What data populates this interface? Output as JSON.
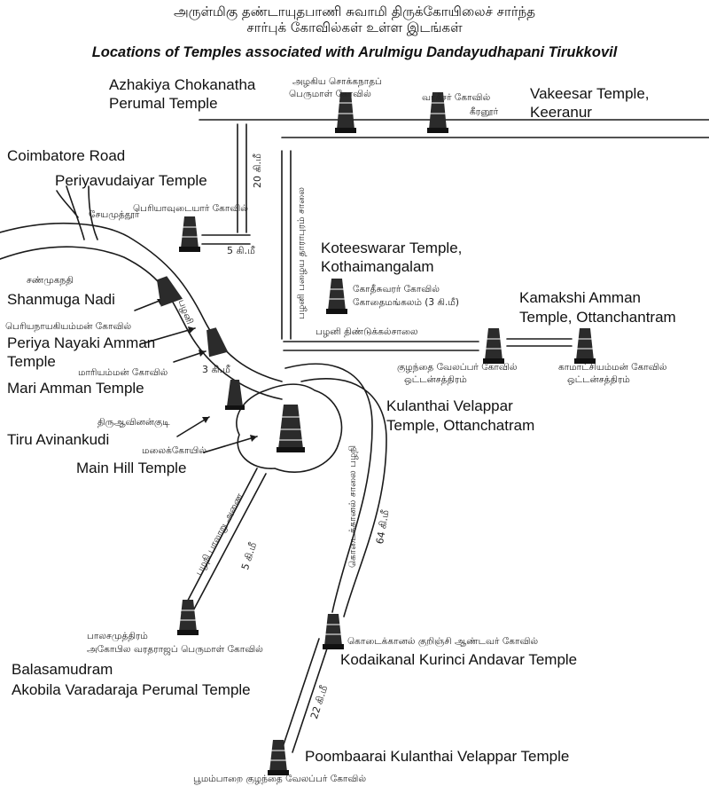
{
  "title": {
    "tamil_line1": "அருள்மிகு தண்டாயுதபாணி சுவாமி திருக்கோயிலைச் சார்ந்த",
    "tamil_line2": "சார்புக் கோவில்கள் உள்ள இடங்கள்",
    "english": "Locations of Temples associated with Arulmigu Dandayudhapani Tirukkovil"
  },
  "labels": {
    "azhakiya_1": "Azhakiya Chokanatha",
    "azhakiya_2": "Perumal Temple",
    "vakeesar_1": "Vakeesar Temple,",
    "vakeesar_2": "Keeranur",
    "coimbatore": "Coimbatore Road",
    "periyavudaiyar": "Periyavudaiyar Temple",
    "koteeswarar_1": "Koteeswarar Temple,",
    "koteeswarar_2": "Kothaimangalam",
    "kamakshi_1": "Kamakshi Amman",
    "kamakshi_2": "Temple, Ottanchantram",
    "shanmuga": "Shanmuga Nadi",
    "periya_nayaki_1": "Periya Nayaki Amman",
    "periya_nayaki_2": "Temple",
    "mari_amman": "Mari Amman Temple",
    "kulanthai_1": "Kulanthai Velappar",
    "kulanthai_2": "Temple, Ottanchatram",
    "tiru_avinankudi": "Tiru Avinankudi",
    "main_hill": "Main Hill Temple",
    "balasamudram_1": "Balasamudram",
    "balasamudram_2": "Akobila Varadaraja Perumal Temple",
    "kodaikanal": "Kodaikanal Kurinci Andavar Temple",
    "poombaarai": "Poombaarai Kulanthai Velappar Temple"
  },
  "tamil_labels": {
    "azhakiya_1": "அழகிய சொக்கநாதப்",
    "azhakiya_2": "பெருமாள் கோவில்",
    "vakeesar_1": "வாகீசர் கோவில்",
    "vakeesar_2": "கீரனூர்",
    "periyavudaiyar": "பெரியாவுடையார் கோவில்",
    "koteeswarar_1": "கோதீசுவரர் கோவில்",
    "koteeswarar_2": "கோதைமங்கலம் (3 கி.மீ)",
    "kamakshi_1": "காமாட்சியம்மன் கோவில்",
    "kamakshi_2": "ஒட்டன்சத்திரம்",
    "periya_nayaki": "பெரியநாயகியம்மன் கோவில்",
    "mari_amman": "மாரியம்மன் கோவில்",
    "kulanthai_1": "குழந்தை வேலப்பர் கோவில்",
    "kulanthai_2": "ஒட்டன்சத்திரம்",
    "tiru_avinankudi": "திருஆவினன்குடி",
    "main_hill": "மலைக்கோயில்",
    "balasamudram_1": "பாலசமுத்திரம்",
    "balasamudram_2": "அகோபில வரதராஜப் பெருமாள் கோவில்",
    "kodaikanal": "கொடைக்கானல் குறிஞ்சி ஆண்டவர் கோவில்",
    "poombaarai": "பூமம்பாறை குழந்தை வேலப்பர் கோவில்",
    "river": "சண்முகநதி",
    "seyamuthur": "சேயமுத்தூர்",
    "palani": "பழனி"
  },
  "roads": {
    "dharapuram": "பழனி பழைய தாராபுரம் சாலை",
    "dindigul": "பழனி திண்டுக்கல்சாலை",
    "palar": "பழநி பாலாறு அணை",
    "kodai": "கொடைக்கானல் சாலை பழநி"
  },
  "distances": {
    "d20": "20 கி.மீ",
    "d5a": "5 கி.மீ",
    "d3": "3 கி.மீ",
    "d5b": "5 கி.மீ",
    "d64": "64 கி.மீ",
    "d22": "22 கி.மீ"
  }
}
